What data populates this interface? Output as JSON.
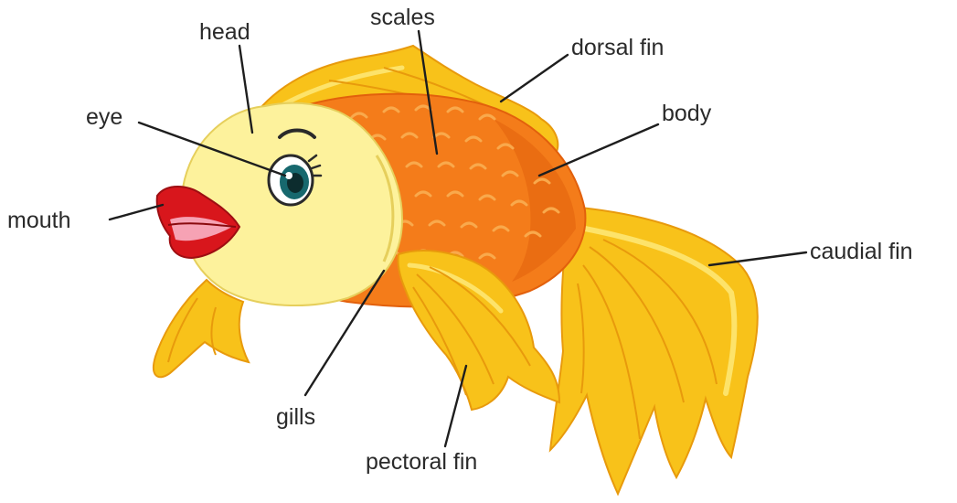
{
  "labels": {
    "head": "head",
    "scales": "scales",
    "dorsal_fin": "dorsal fin",
    "eye": "eye",
    "body": "body",
    "mouth": "mouth",
    "caudial_fin": "caudial fin",
    "gills": "gills",
    "pectoral_fin": "pectoral fin"
  },
  "colors": {
    "fin_yellow": "#f8c21a",
    "fin_light": "#fde36a",
    "fin_dark": "#e89a0c",
    "body_orange": "#f47c1a",
    "body_dark": "#e2600c",
    "scale_light": "#f9a94c",
    "head_cream": "#fdf29c",
    "lips_red": "#d8161c",
    "lips_pink": "#f6a2b4",
    "eye_teal": "#17686e",
    "line": "#1e1e1e"
  }
}
